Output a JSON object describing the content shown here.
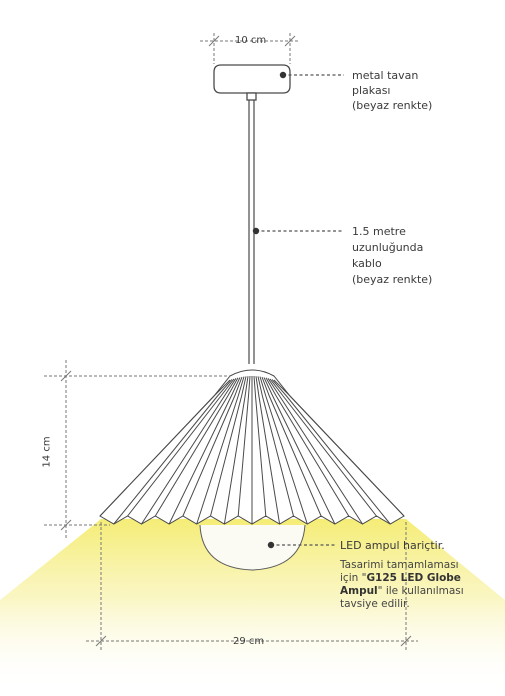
{
  "dimensions": {
    "top_width": "10 cm",
    "height": "14 cm",
    "bottom_width": "29 cm"
  },
  "callouts": {
    "plate": [
      "metal tavan",
      "plakası",
      "(beyaz renkte)"
    ],
    "cable": [
      "1.5 metre",
      "uzunluğunda",
      "kablo",
      "(beyaz renkte)"
    ],
    "bulb": "LED ampul hariçtir."
  },
  "note": {
    "line1": "Tasarimi tamamlaması",
    "line2_pre": "için \"",
    "line2_bold": "G125 LED Globe",
    "line3_bold": "Ampul",
    "line3_post": "\" ile kullanılması",
    "line4": "tavsiye edilir."
  },
  "colors": {
    "line": "#4a4a4a",
    "dim_line": "#888888",
    "glow": "#f6f08a"
  }
}
